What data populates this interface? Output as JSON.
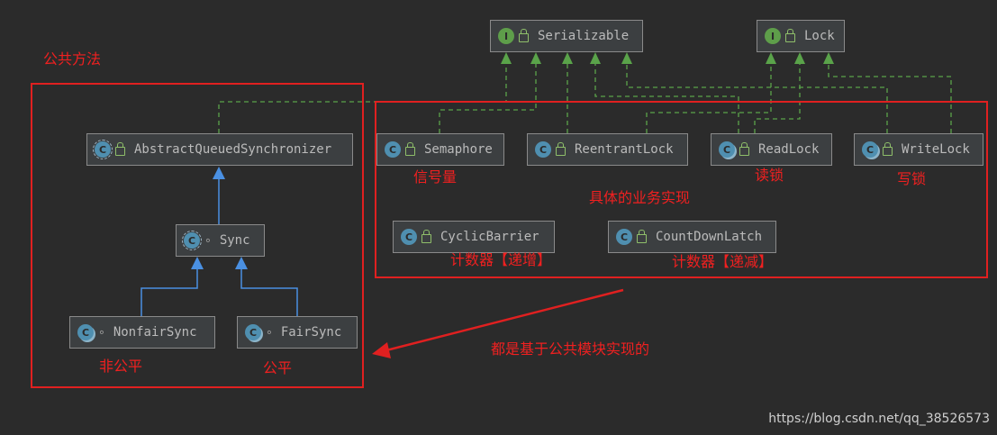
{
  "nodes": {
    "serializable": {
      "name": "Serializable",
      "icon": "interface-icon"
    },
    "lock": {
      "name": "Lock",
      "icon": "interface-icon"
    },
    "aqs": {
      "name": "AbstractQueuedSynchronizer",
      "icon": "abstract-class-icon"
    },
    "sync": {
      "name": "Sync",
      "icon": "abstract-class-icon"
    },
    "nonfair": {
      "name": "NonfairSync",
      "icon": "inner-class-icon"
    },
    "fair": {
      "name": "FairSync",
      "icon": "inner-class-icon"
    },
    "semaphore": {
      "name": "Semaphore",
      "icon": "class-icon"
    },
    "reentrant": {
      "name": "ReentrantLock",
      "icon": "class-icon"
    },
    "readlock": {
      "name": "ReadLock",
      "icon": "inner-class-icon"
    },
    "writelock": {
      "name": "WriteLock",
      "icon": "inner-class-icon"
    },
    "cyclic": {
      "name": "CyclicBarrier",
      "icon": "class-icon"
    },
    "countdown": {
      "name": "CountDownLatch",
      "icon": "class-icon"
    }
  },
  "notes": {
    "public_methods": "公共方法",
    "business_impl": "具体的业务实现",
    "based_on_common": "都是基于公共模块实现的",
    "semaphore": "信号量",
    "readlock": "读锁",
    "writelock": "写锁",
    "cyclic": "计数器【递增】",
    "countdown": "计数器【递减】",
    "nonfair": "非公平",
    "fair": "公平"
  },
  "watermark": "https://blog.csdn.net/qq_38526573",
  "colors": {
    "background": "#2b2b2b",
    "annotation": "#e02020",
    "implements_edge": "#5aa34a",
    "extends_edge": "#4a90e2"
  }
}
